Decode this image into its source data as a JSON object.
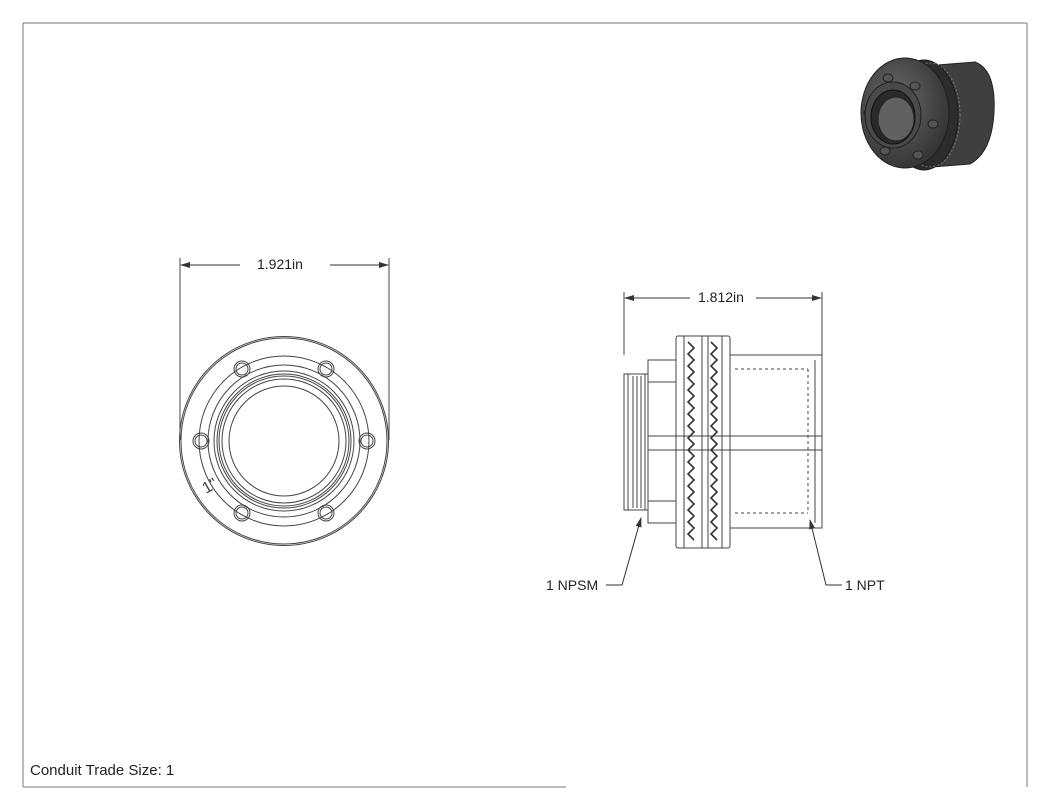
{
  "drawing": {
    "front_view": {
      "width_dimension": "1.921in",
      "size_mark": "1\""
    },
    "side_view": {
      "length_dimension": "1.812in"
    },
    "callouts": {
      "left_thread": "1 NPSM",
      "right_thread": "1 NPT"
    },
    "footer": {
      "note": "Conduit Trade Size: 1"
    },
    "colors": {
      "line": "#444444",
      "shade_dark": "#3a3a3a",
      "shade_mid": "#5c5c5c",
      "background": "#ffffff"
    }
  }
}
